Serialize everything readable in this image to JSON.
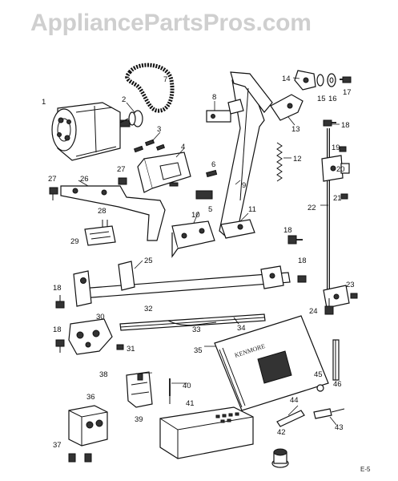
{
  "watermark": "AppliancePartsPros.com",
  "page_number": "E-5",
  "box_label": "KENMORE",
  "callouts": [
    "1",
    "2",
    "3",
    "4",
    "5",
    "6",
    "7",
    "8",
    "9",
    "10",
    "11",
    "12",
    "13",
    "14",
    "15",
    "16",
    "17",
    "18",
    "19",
    "20",
    "21",
    "22",
    "23",
    "24",
    "25",
    "26",
    "27",
    "28",
    "29",
    "30",
    "31",
    "32",
    "33",
    "34",
    "35",
    "36",
    "37",
    "38",
    "39",
    "40",
    "41",
    "42",
    "43",
    "44",
    "45",
    "46"
  ]
}
